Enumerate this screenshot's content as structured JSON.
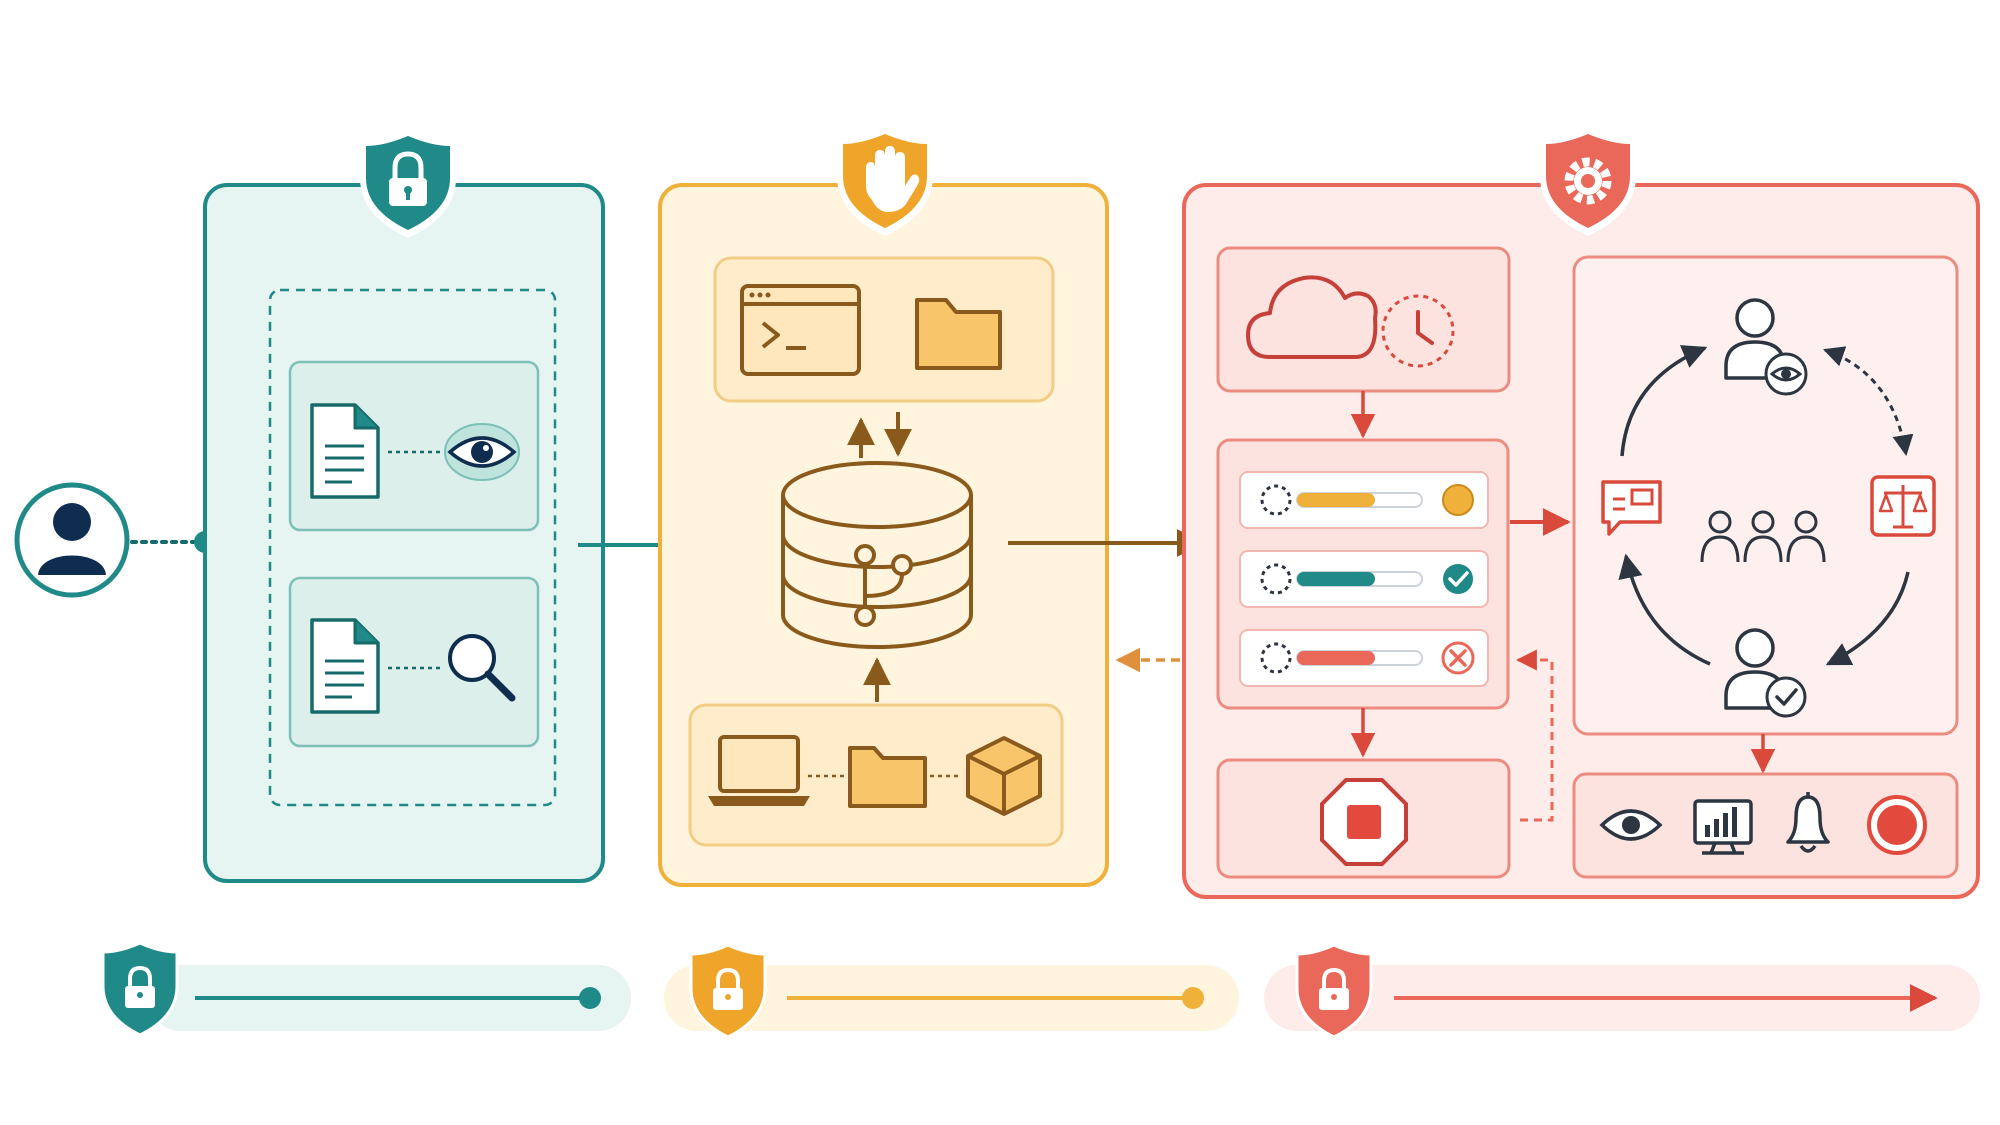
{
  "colors": {
    "teal": "#1f8a88",
    "teal_dark": "#166b6a",
    "teal_fill": "#e6f4f2",
    "amber": "#efb13a",
    "amber_dark": "#8a5a1c",
    "amber_fill": "#fff4dd",
    "amber_icon": "#f8c56b",
    "coral": "#e9685a",
    "coral_dark": "#d94a3c",
    "coral_fill": "#fdecea",
    "navy": "#0f2e4f",
    "slate": "#2c3540"
  },
  "panels": [
    {
      "id": "access",
      "shield_icon": "lock-icon",
      "accent": "teal"
    },
    {
      "id": "execution",
      "shield_icon": "hand-stop-icon",
      "accent": "amber"
    },
    {
      "id": "monitoring",
      "shield_icon": "gear-icon",
      "accent": "coral"
    }
  ],
  "access_panel": {
    "items": [
      {
        "doc_icon": "document-icon",
        "action_icon": "eye-icon"
      },
      {
        "doc_icon": "document-icon",
        "action_icon": "magnifier-icon"
      }
    ]
  },
  "execution_panel": {
    "top_icons": [
      "terminal-icon",
      "folder-icon"
    ],
    "center_icon": "database-branch-icon",
    "bottom_icons": [
      "laptop-icon",
      "folder-icon",
      "package-icon"
    ]
  },
  "monitoring_panel": {
    "schedule_icons": [
      "cloud-icon",
      "clock-icon"
    ],
    "status_bars": [
      {
        "status": "pending",
        "level": 0.62,
        "color": "amber",
        "status_icon": "dot-icon"
      },
      {
        "status": "passed",
        "level": 0.62,
        "color": "teal",
        "status_icon": "check-icon"
      },
      {
        "status": "failed",
        "level": 0.62,
        "color": "coral",
        "status_icon": "x-icon"
      }
    ],
    "stop_icon": "stop-sign-icon",
    "review_cycle_icons": [
      "reviewer-eye-icon",
      "scales-icon",
      "approver-check-icon",
      "comment-icon",
      "team-icon"
    ],
    "observe_icons": [
      "eye-icon",
      "dashboard-icon",
      "bell-icon",
      "record-icon"
    ]
  },
  "timelines": [
    {
      "shield_icon": "lock-icon",
      "accent": "teal",
      "end": "dot"
    },
    {
      "shield_icon": "lock-icon",
      "accent": "amber",
      "end": "dot"
    },
    {
      "shield_icon": "lock-icon",
      "accent": "coral",
      "end": "arrow"
    }
  ],
  "user": {
    "icon": "user-avatar-icon"
  }
}
